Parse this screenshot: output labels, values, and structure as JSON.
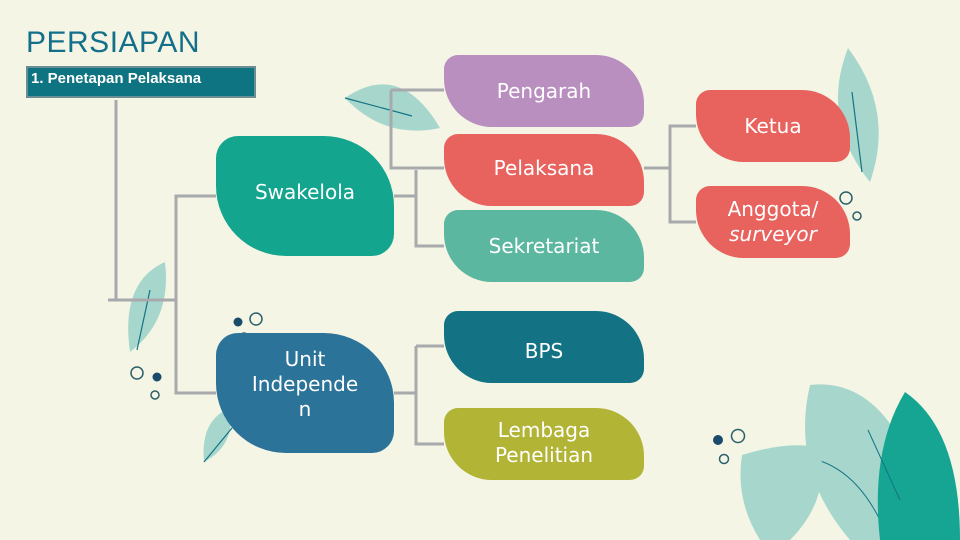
{
  "title": "PERSIAPAN",
  "subtitle": "1. Penetapan Pelaksana",
  "nodes": {
    "pengarah": "Pengarah",
    "pelaksana": "Pelaksana",
    "sekretariat": "Sekretariat",
    "bps": "BPS",
    "lembaga_line1": "Lembaga",
    "lembaga_line2": "Penelitian",
    "ketua": "Ketua",
    "anggota_line1": "Anggota/",
    "anggota_line2": "surveyor",
    "swakelola": "Swakelola",
    "unit_line1": "Unit",
    "unit_line2": "Independe",
    "unit_line3": "n"
  },
  "colors": {
    "background": "#f5f5e6",
    "pengarah": "#b88fbf",
    "pelaksana": "#e8625e",
    "sekretariat": "#5bb7a0",
    "bps": "#137385",
    "lembaga": "#b2b436",
    "ketua": "#e8625e",
    "anggota": "#e8625e",
    "swakelola": "#14a58f",
    "unit": "#2b7399",
    "connector": "#a7a9ac",
    "title": "#14708a",
    "subtitle_box": "#0f7482"
  }
}
